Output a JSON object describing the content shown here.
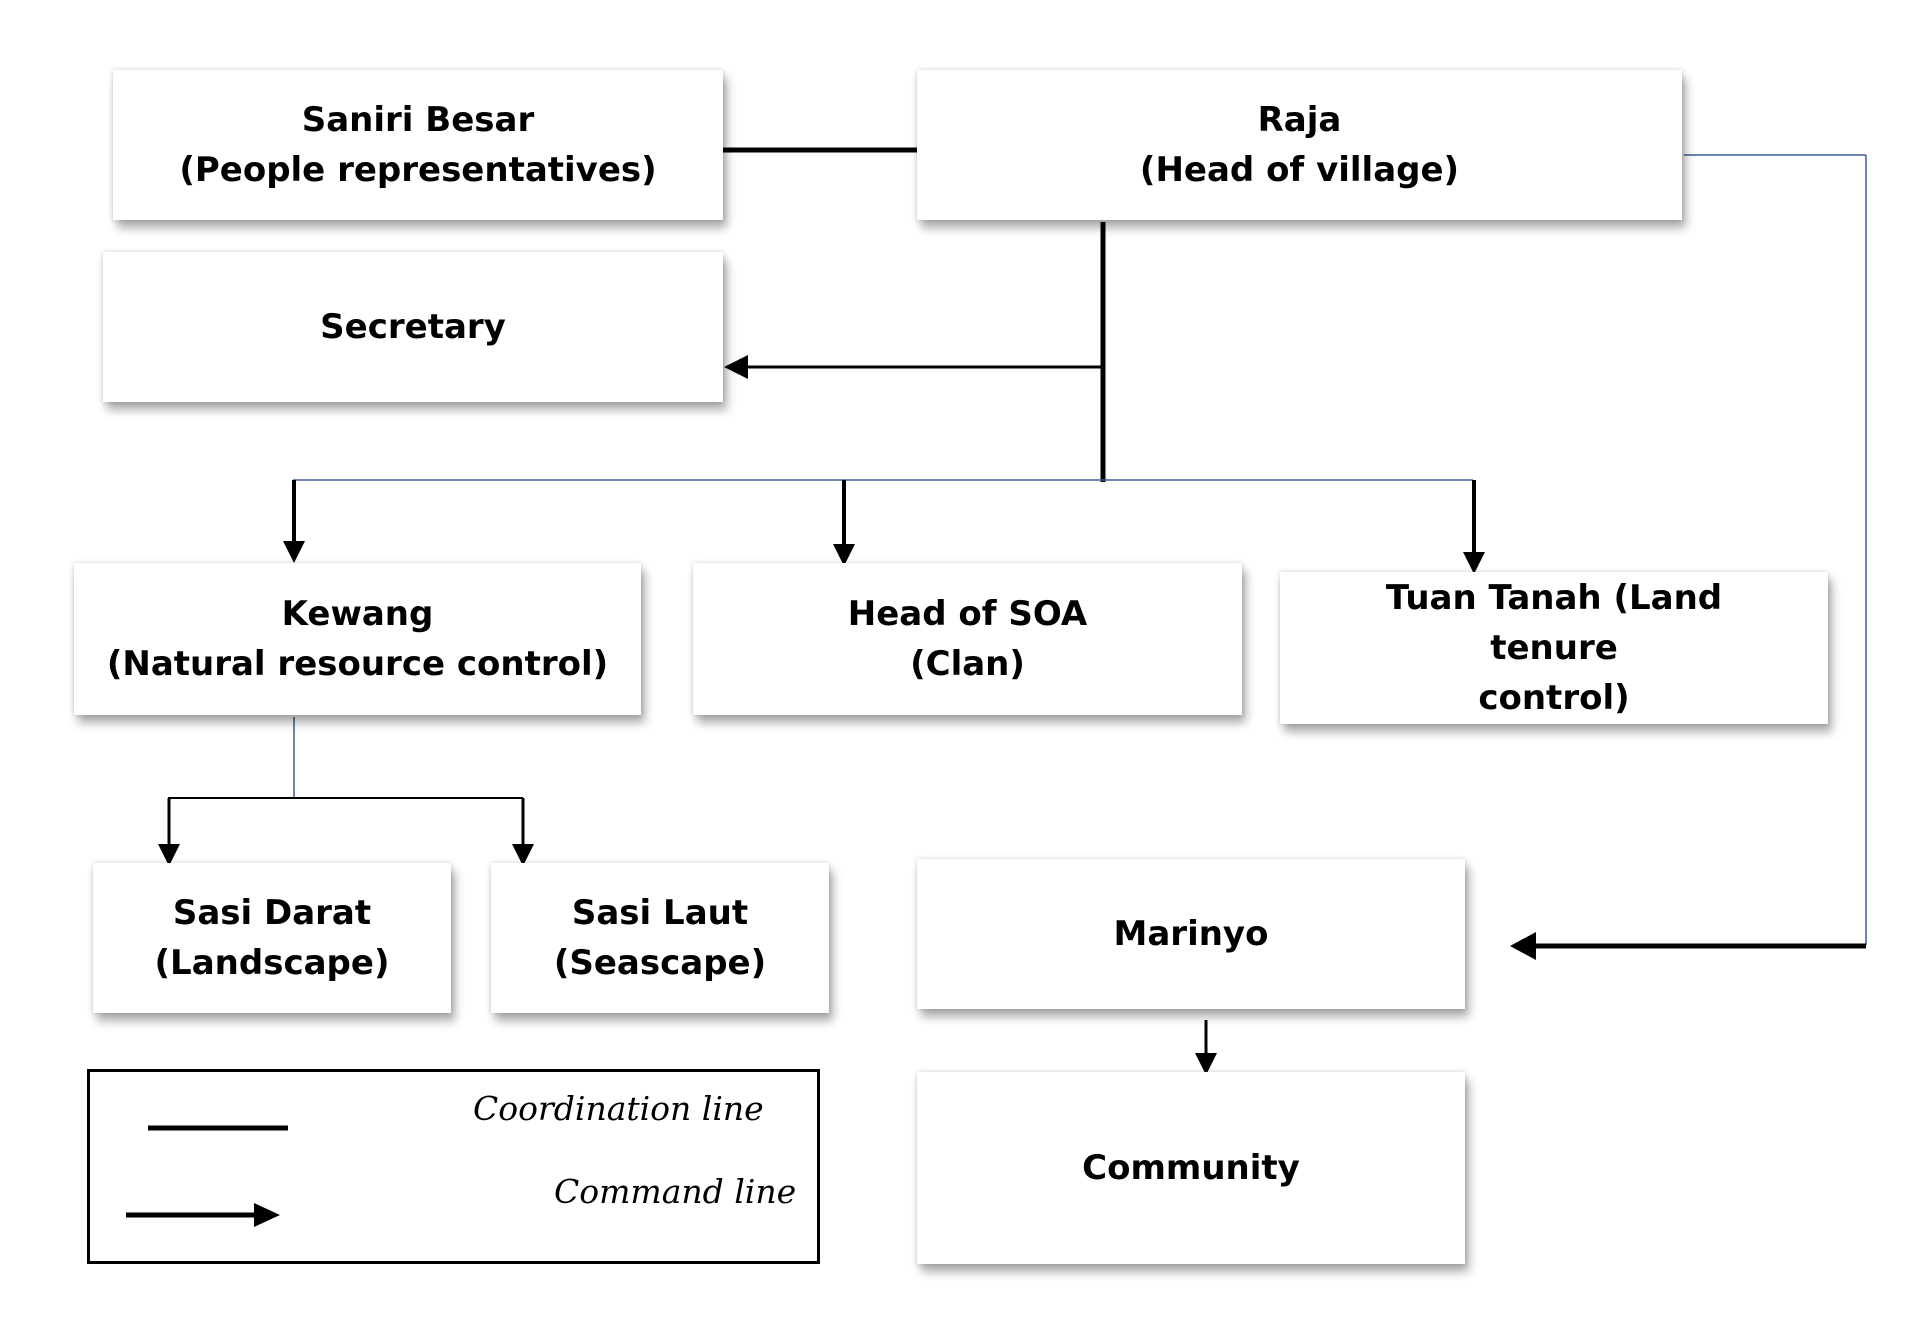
{
  "nodes": {
    "saniri": {
      "line1": "Saniri Besar",
      "line2": "(People representatives)"
    },
    "raja": {
      "line1": "Raja",
      "line2": "(Head of village)"
    },
    "secretary": {
      "line1": "Secretary"
    },
    "kewang": {
      "line1": "Kewang",
      "line2": "(Natural resource control)"
    },
    "soa": {
      "line1": "Head of SOA",
      "line2": "(Clan)"
    },
    "tuan_tanah": {
      "line1": "Tuan Tanah (Land tenure",
      "line2": "control)"
    },
    "sasi_darat": {
      "line1": "Sasi Darat",
      "line2": "(Landscape)"
    },
    "sasi_laut": {
      "line1": "Sasi Laut",
      "line2": "(Seascape)"
    },
    "marinyo": {
      "line1": "Marinyo"
    },
    "community": {
      "line1": "Community"
    }
  },
  "legend": {
    "coordination_label": "Coordination line",
    "command_label": "Command line"
  },
  "colors": {
    "command_line": "#000000",
    "connector_thin": "#3b5a9a",
    "box_fill": "#ffffff"
  }
}
